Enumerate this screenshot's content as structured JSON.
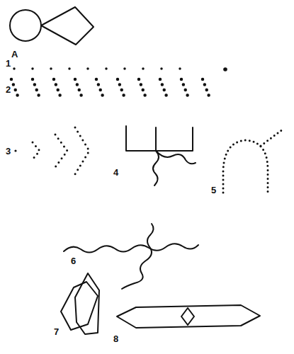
{
  "diagram": {
    "labels": [
      "A",
      "1",
      "2",
      "3",
      "4",
      "5",
      "6",
      "7",
      "8"
    ]
  }
}
